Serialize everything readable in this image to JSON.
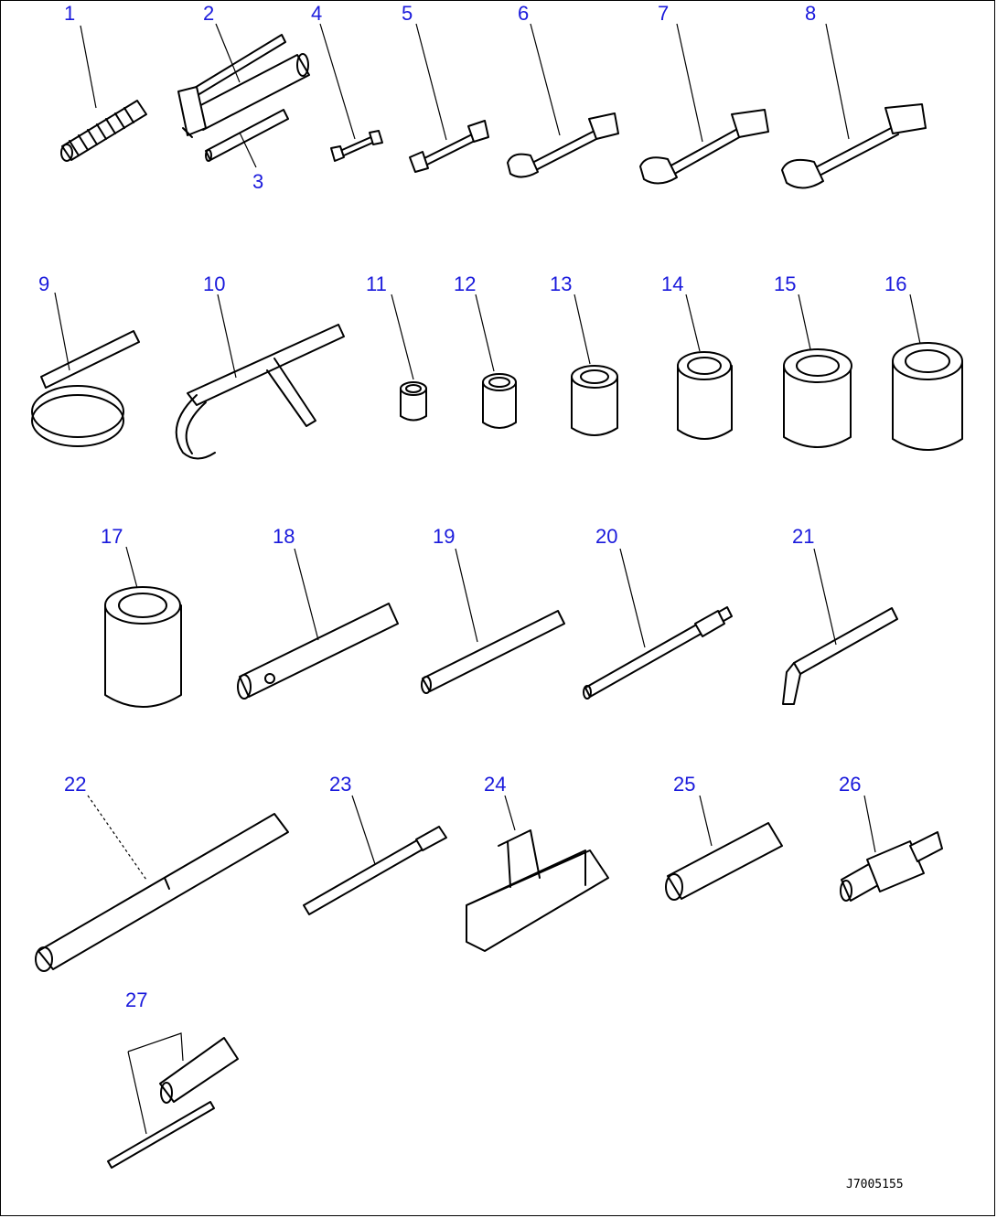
{
  "labels": [
    "1",
    "2",
    "3",
    "4",
    "5",
    "6",
    "7",
    "8",
    "9",
    "10",
    "11",
    "12",
    "13",
    "14",
    "15",
    "16",
    "17",
    "18",
    "19",
    "20",
    "21",
    "22",
    "23",
    "24",
    "25",
    "26",
    "27"
  ],
  "drawing_code": "J7005155",
  "colors": {
    "label": "#1a1adc",
    "line": "#000000",
    "background": "#ffffff"
  }
}
